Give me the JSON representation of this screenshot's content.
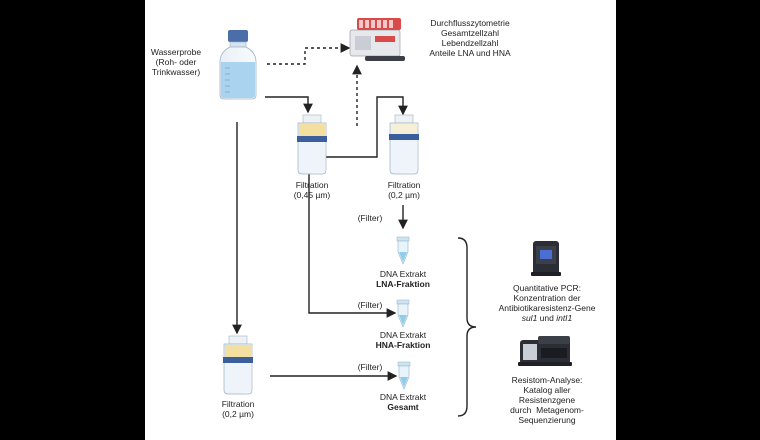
{
  "labels": {
    "water_sample": [
      "Wasserprobe",
      "(Roh- oder",
      "Trinkwasser)"
    ],
    "cytometry": [
      "Durchflusszytometrie",
      "Gesamtzellzahl",
      "Lebendzellzahl",
      "Anteile LNA und HNA"
    ],
    "filtration_045": [
      "Filtration",
      "(0,45 µm)"
    ],
    "filtration_02_top": [
      "Filtration",
      "(0,2 µm)"
    ],
    "filtration_02_bottom": [
      "Filtration",
      "(0,2 µm)"
    ],
    "filter_tag_1": "(Filter)",
    "filter_tag_2": "(Filter)",
    "filter_tag_3": "(Filter)",
    "dna_lna": {
      "line1": "DNA Extrakt",
      "line2": "LNA-Fraktion"
    },
    "dna_hna": {
      "line1": "DNA Extrakt",
      "line2": "HNA-Fraktion"
    },
    "dna_total": {
      "line1": "DNA Extrakt",
      "line2": "Gesamt"
    },
    "qpcr": {
      "line1": "Quantitative PCR:",
      "line2": "Konzentration der",
      "line3": "Antibiotikaresistenz-Gene",
      "gene1": "sul1",
      "and": " und ",
      "gene2": "intI1"
    },
    "resistome": [
      "Resistom-Analyse:",
      "Katalog aller",
      "Resistenzgene",
      "durch  Metagenom-",
      "Sequenzierung"
    ]
  },
  "colors": {
    "background_outer": "#000000",
    "panel": "#ffffff",
    "arrow": "#222222",
    "bottle_water": "#a9d3ef",
    "bottle_cap": "#4a6fa8",
    "filter_band": "#3a5f9c",
    "filter_liquid": "#f3dfa0",
    "tube_liquid": "#8fcdea",
    "cytometer_red": "#d94a4a"
  },
  "icons": [
    "water-bottle-icon",
    "flow-cytometer-icon",
    "filter-unit-icon",
    "microtube-icon",
    "qpcr-machine-icon",
    "sequencer-icon"
  ]
}
